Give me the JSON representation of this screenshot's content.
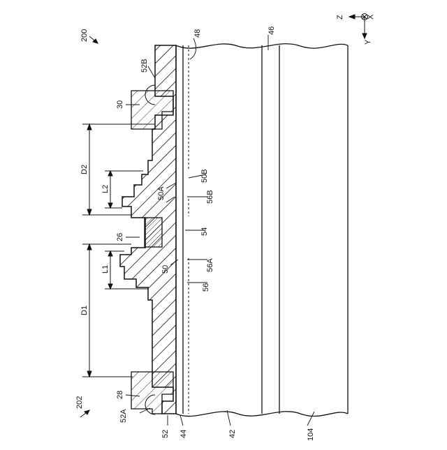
{
  "figure": {
    "ref_top": "200",
    "ref_bottom": "202",
    "axes": {
      "z": "Z",
      "x": "X",
      "y": "Y"
    },
    "labels": {
      "l48": "48",
      "l46": "46",
      "l52B": "52B",
      "l30": "30",
      "lD2": "D2",
      "lL2": "L2",
      "l50B": "50B",
      "l56B": "56B",
      "l50A": "50A",
      "l54": "54",
      "l26": "26",
      "lL1": "L1",
      "l50": "50",
      "l56A": "56A",
      "l56": "56",
      "lD1": "D1",
      "l28": "28",
      "l52A": "52A",
      "l52": "52",
      "l44": "44",
      "l42": "42",
      "l104": "104"
    }
  }
}
